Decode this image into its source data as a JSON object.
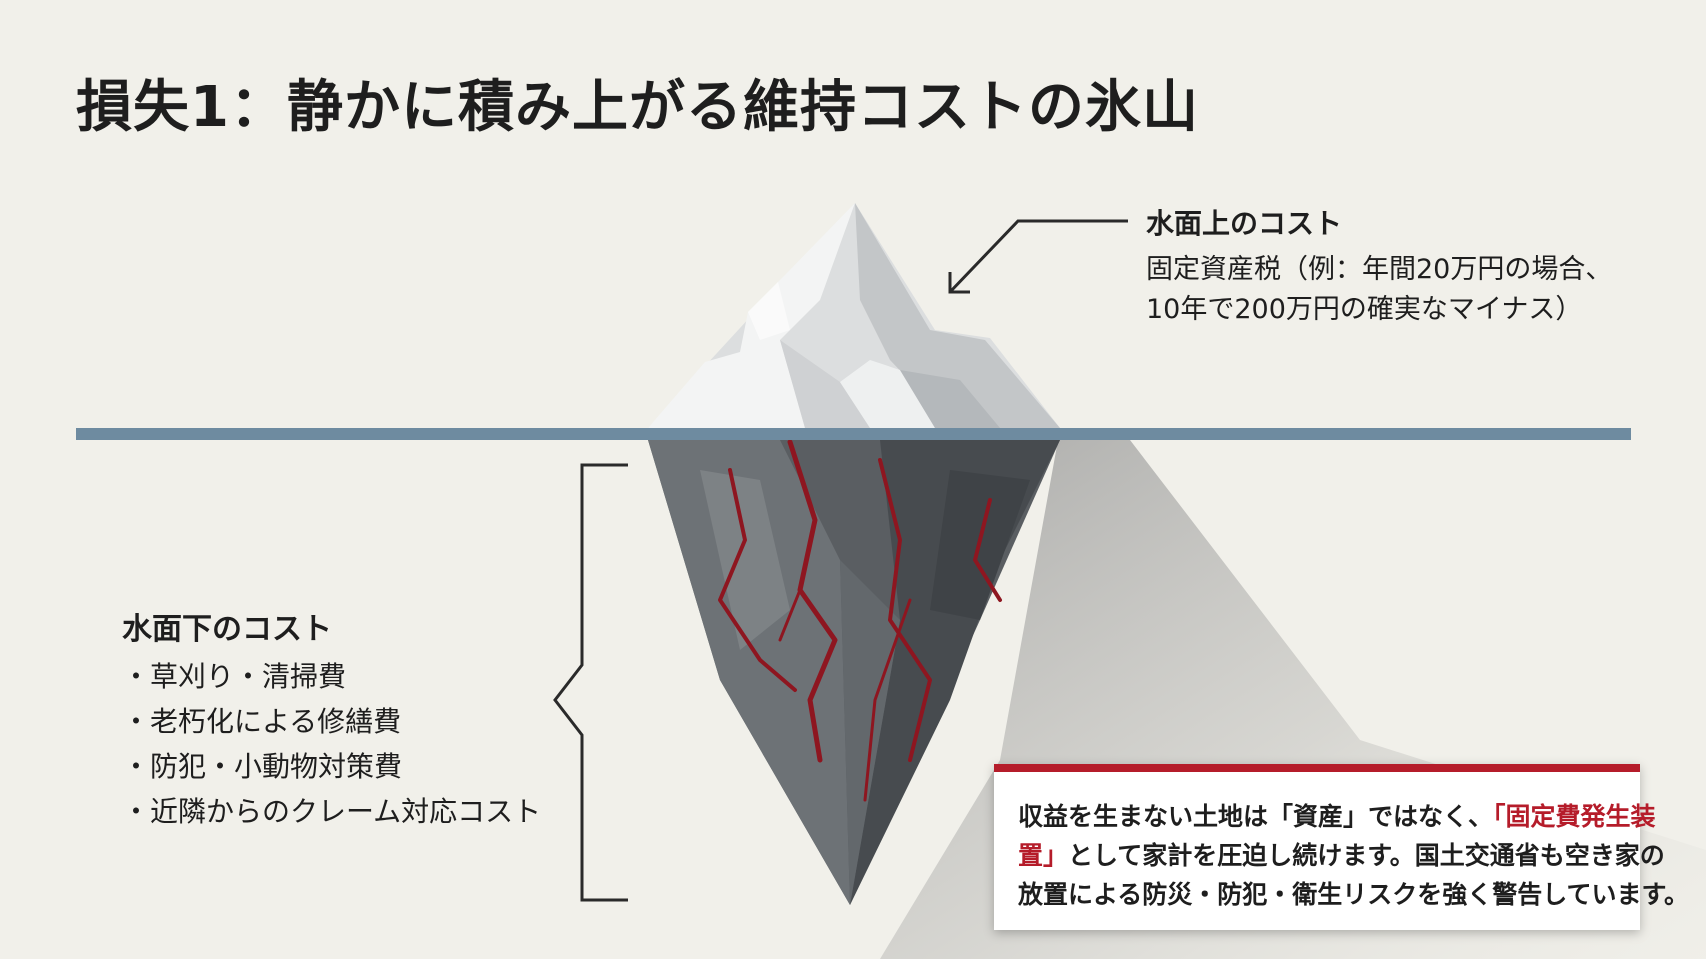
{
  "title": "損失1：静かに積み上がる維持コストの氷山",
  "above_water": {
    "heading": "水面上のコスト",
    "lines": [
      "固定資産税（例：年間20万円の場合、",
      "10年で200万円の確実なマイナス）"
    ]
  },
  "below_water": {
    "heading": "水面下のコスト",
    "bullet": "・",
    "items": [
      "草刈り・清掃費",
      "老朽化による修繕費",
      "防犯・小動物対策費",
      "近隣からのクレーム対応コスト"
    ]
  },
  "note": {
    "line1_a": "収益を生まない土地は「資産」ではなく、",
    "line1_b": "「固定費発生装",
    "line2_a": "置」",
    "line2_b": "として家計を圧迫し続けます。国土交通省も空き家の",
    "line3": "放置による防災・防犯・衛生リスクを強く警告しています。"
  },
  "colors": {
    "background": "#f1f0ea",
    "waterline": "#6e8ba0",
    "accent": "#b51c2a",
    "crack": "#8e1620",
    "ice_light": "#e3e5e6",
    "rock_dark": "#4f5459"
  }
}
